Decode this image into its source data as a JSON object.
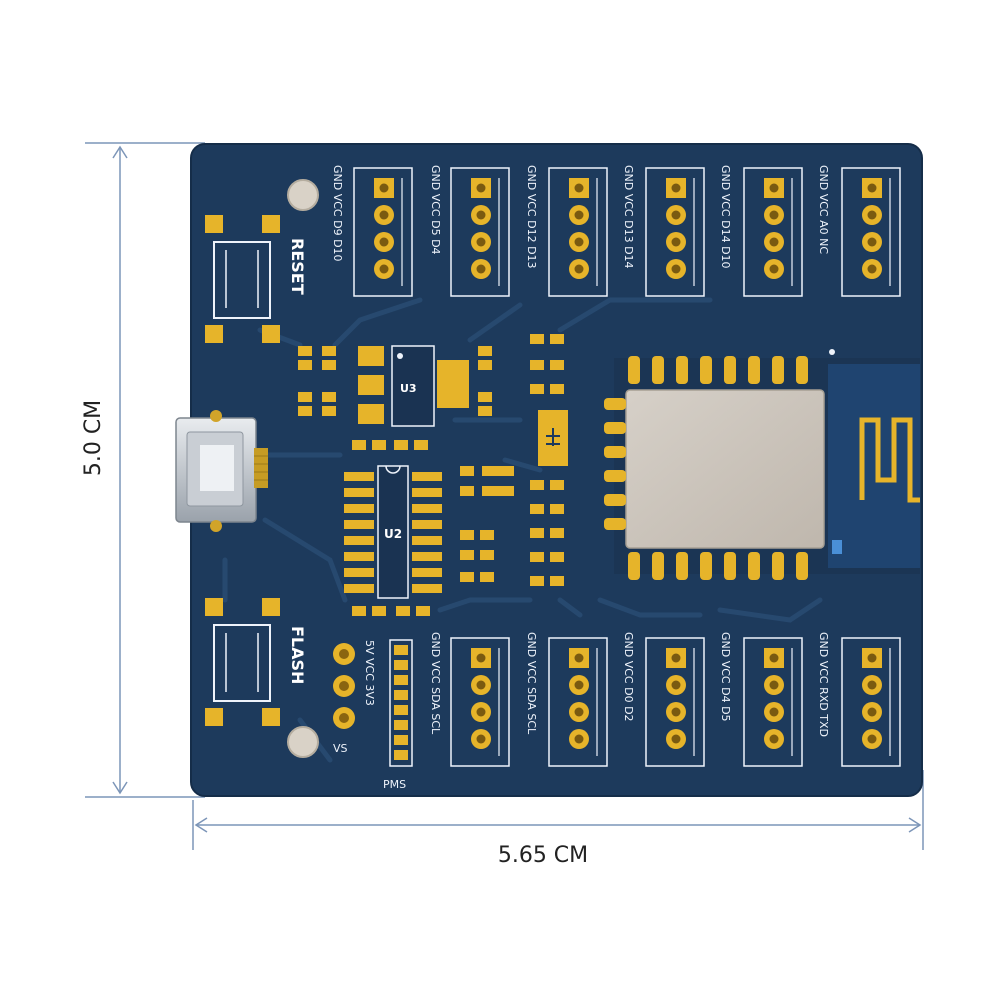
{
  "dimensions": {
    "width_label": "5.65 CM",
    "height_label": "5.0 CM"
  },
  "board_labels": {
    "reset": "RESET",
    "flash": "FLASH",
    "u2": "U2",
    "u3": "U3",
    "pms": "PMS",
    "vs": "VS",
    "pwr_pins": "5V VCC 3V3"
  },
  "top_headers": [
    {
      "label": "GND VCC D9 D10"
    },
    {
      "label": "GND VCC D5 D4"
    },
    {
      "label": "GND VCC D12 D13"
    },
    {
      "label": "GND VCC D13 D14"
    },
    {
      "label": "GND VCC D14 D10"
    },
    {
      "label": "GND VCC A0 NC"
    }
  ],
  "bottom_headers": [
    {
      "label": "GND VCC SDA SCL"
    },
    {
      "label": "GND VCC SDA SCL"
    },
    {
      "label": "GND VCC D0 D2"
    },
    {
      "label": "GND VCC D4 D5"
    },
    {
      "label": "GND VCC RXD TXD"
    }
  ],
  "colors": {
    "board": "#1d3a5c",
    "board_edge": "#152d49",
    "trace": "#27496f",
    "pad": "#e6b42a",
    "silk": "#eef3fb",
    "dimension_line": "#7c95b8"
  }
}
